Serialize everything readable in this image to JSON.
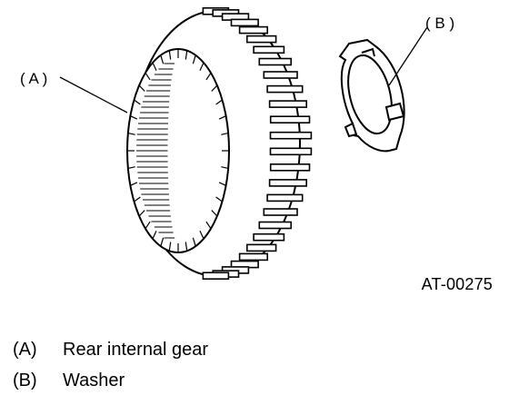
{
  "figure_id": "AT-00275",
  "callouts": [
    {
      "key": "A",
      "text": "( A )"
    },
    {
      "key": "B",
      "text": "( B )"
    }
  ],
  "legend": [
    {
      "key": "(A)",
      "label": "Rear internal gear"
    },
    {
      "key": "(B)",
      "label": "Washer"
    }
  ],
  "colors": {
    "ink": "#000000",
    "paper": "#ffffff"
  }
}
